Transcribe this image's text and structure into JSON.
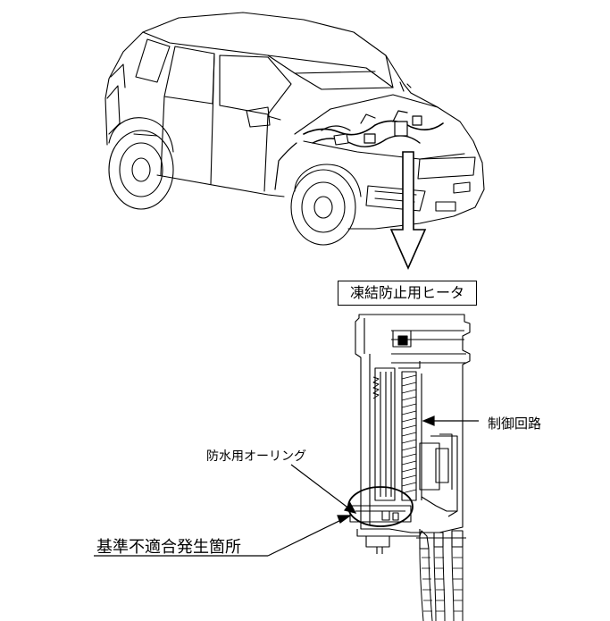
{
  "labels": {
    "heater_title": "凍結防止用ヒータ",
    "control_circuit": "制御回路",
    "waterproof_oring": "防水用オーリング",
    "defect_location": "基準不適合発生箇所"
  }
}
